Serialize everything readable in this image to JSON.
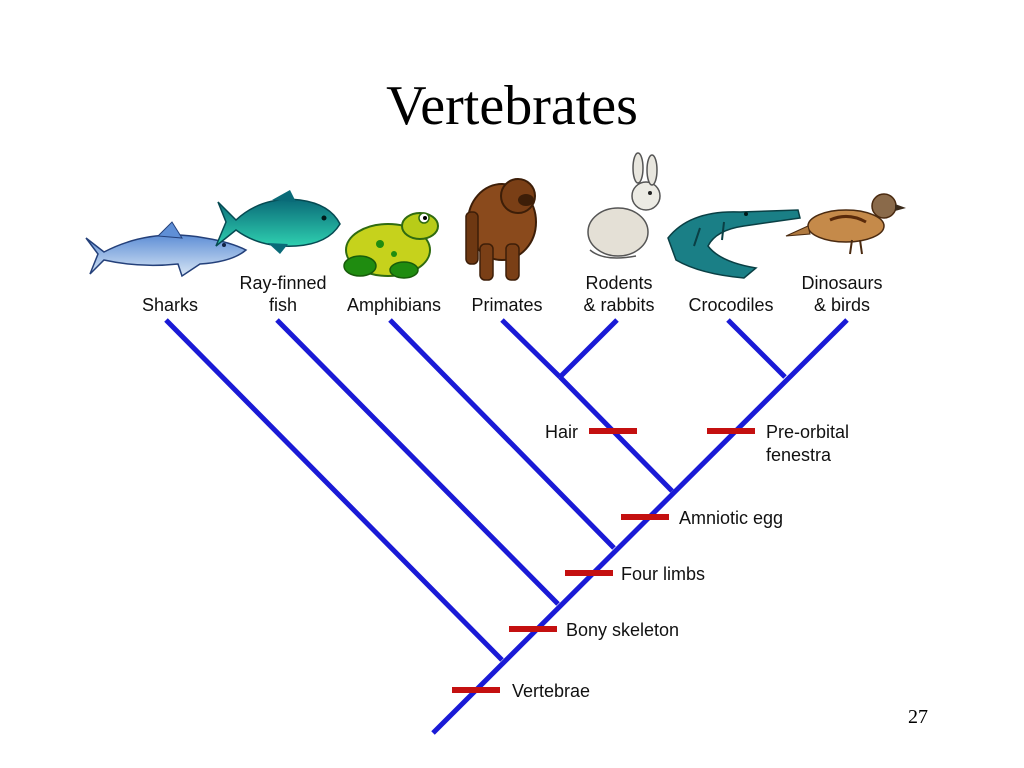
{
  "slide": {
    "title": "Vertebrates",
    "page_number": "27"
  },
  "colors": {
    "branch": "#1a1ad6",
    "trait_marker": "#c41010",
    "text": "#111111"
  },
  "taxa": [
    {
      "lines": [
        "Sharks"
      ],
      "icon": "shark-icon"
    },
    {
      "lines": [
        "Ray-finned",
        "fish"
      ],
      "icon": "tuna-icon"
    },
    {
      "lines": [
        "Amphibians"
      ],
      "icon": "frog-icon"
    },
    {
      "lines": [
        "Primates"
      ],
      "icon": "gorilla-icon"
    },
    {
      "lines": [
        "Rodents",
        "& rabbits"
      ],
      "icon": "rabbit-icon"
    },
    {
      "lines": [
        "Crocodiles"
      ],
      "icon": "crocodile-icon"
    },
    {
      "lines": [
        "Dinosaurs",
        "& birds"
      ],
      "icon": "bird-icon"
    }
  ],
  "traits": [
    {
      "lines": [
        "Vertebrae"
      ]
    },
    {
      "lines": [
        "Bony skeleton"
      ]
    },
    {
      "lines": [
        "Four limbs"
      ]
    },
    {
      "lines": [
        "Amniotic egg"
      ]
    },
    {
      "lines": [
        "Hair"
      ]
    },
    {
      "lines": [
        "Pre-orbital",
        "fenestra"
      ]
    }
  ]
}
